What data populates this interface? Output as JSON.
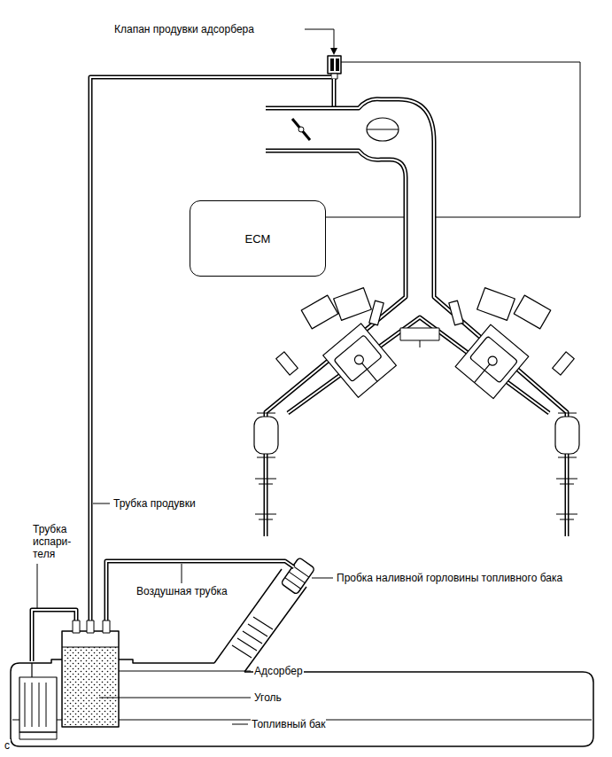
{
  "diagram": {
    "nodes": [
      {
        "text": [
          "ECM"
        ]
      }
    ],
    "labels": [
      "Клапан продувки адсорбера",
      "Трубка продувки",
      "Трубка испари- теля",
      "Воздушная трубка",
      "Пробка наливной горловины топливного бака",
      "Адсорбер",
      "Уголь",
      "Топливный бак",
      "c"
    ]
  }
}
